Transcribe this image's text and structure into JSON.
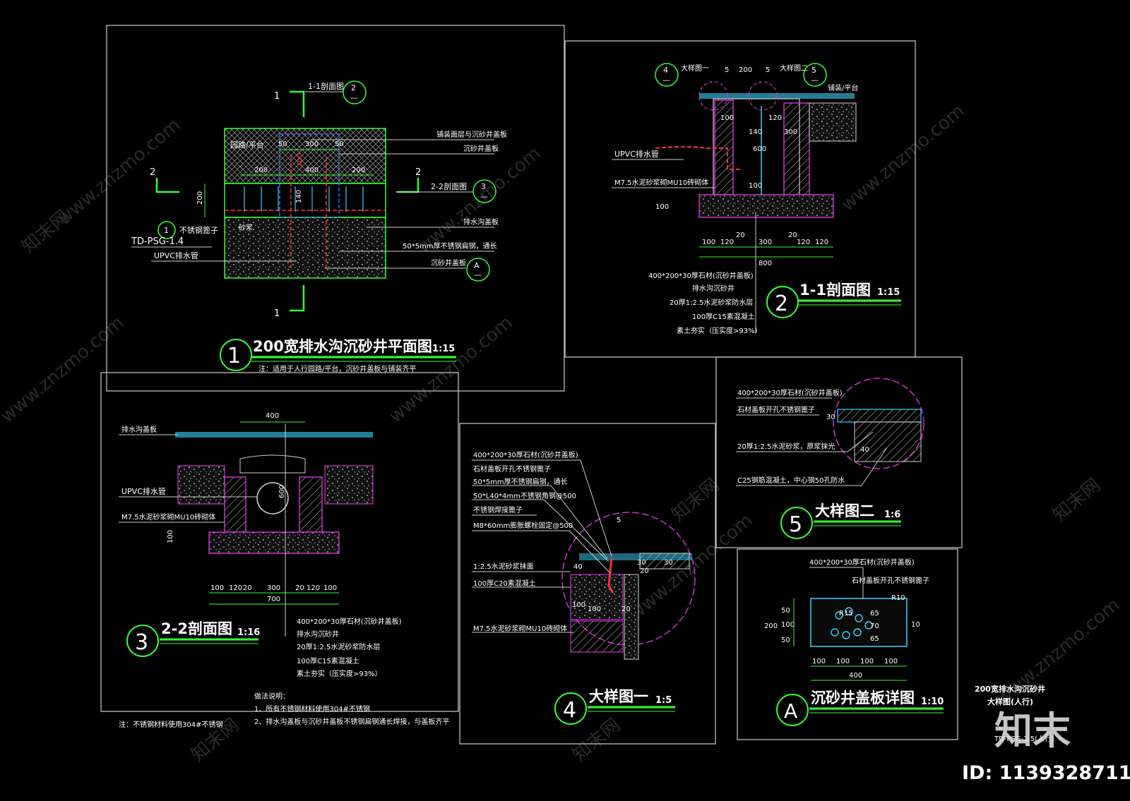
{
  "panel1": {
    "title": "200宽排水沟沉砂井平面图",
    "scale": "1:15",
    "note": "注：适用于人行园路/平台，沉砂井盖板与铺装齐平",
    "tag_plan": "TD-PSG-1.4",
    "num": "1",
    "sec1": "1",
    "sec2": "2",
    "label_11": "1-1剖面图",
    "label_22": "2-2剖面图",
    "bubble_2": "2",
    "bubble_3": "3",
    "bubble_1": "1",
    "bubble_A": "A",
    "dash": "—",
    "road": "园路/平台",
    "grate": "不锈钢篦子",
    "upvc": "UPVC排水管",
    "mortar": "砂浆",
    "right_labels": [
      "铺装面层与沉砂井盖板",
      "沉砂井盖板",
      "排水沟盖板",
      "50*5mm厚不锈钢扁钢，通长",
      "沉砂井盖板"
    ],
    "dims": [
      "50",
      "300",
      "50",
      "200",
      "400",
      "200",
      "200",
      "300",
      "140"
    ]
  },
  "panel2": {
    "title": "1-1剖面图",
    "scale": "1:15",
    "num": "2",
    "b4": "4",
    "b5": "5",
    "detail1": "大样图一",
    "detail2": "大样图二",
    "paving": "铺装/平台",
    "upvc": "UPVC排水管",
    "masonry": "M7.5水泥砂浆砌MU10砖砌体",
    "dims_top": [
      "5",
      "200",
      "5"
    ],
    "dims_v": [
      "100",
      "120",
      "140",
      "300",
      "600",
      "100",
      "100"
    ],
    "dims_bot": [
      "100",
      "120",
      "20",
      "300",
      "20",
      "120",
      "120"
    ],
    "total": "800",
    "layers": [
      "400*200*30厚石材(沉砂井盖板)",
      "排水沟沉砂井",
      "20厚1:2.5水泥砂浆防水层",
      "100厚C15素混凝土",
      "素土夯实（压实度>93%）"
    ]
  },
  "panel3": {
    "title": "2-2剖面图",
    "scale": "1:16",
    "num": "3",
    "top_dim": "400",
    "pipe_dim": "600",
    "paving": "排水沟盖板",
    "upvc": "UPVC排水管",
    "masonry": "M7.5水泥砂浆砌MU10砖砌体",
    "dim_v": "100",
    "dims_bot": [
      "100",
      "120",
      "20",
      "300",
      "20",
      "120",
      "100"
    ],
    "total": "700",
    "layers": [
      "400*200*30厚石材(沉砂井盖板)",
      "排水沟沉砂井",
      "20厚1:2.5水泥砂浆防水层",
      "100厚C15素混凝土",
      "素土夯实（压实度>93%）"
    ],
    "notes_title": "做法说明：",
    "notes": [
      "1、所有不锈钢材料使用304#不锈钢",
      "2、排水沟盖板与沉砂井盖板不锈钢扁钢通长焊接，与盖板齐平"
    ],
    "bottom_note": "注：不锈钢材料使用304#不锈钢"
  },
  "panel4": {
    "title": "大样图一",
    "scale": "1:5",
    "num": "4",
    "labels": [
      "400*200*30厚石材(沉砂井盖板)",
      "石材盖板开孔不锈钢篦子",
      "50*5mm厚不锈钢扁钢，通长",
      "50*L40*4mm不锈钢角钢@500",
      "不锈钢焊接篦子",
      "M8*60mm膨胀螺栓固定@500",
      "1:2.5水泥砂浆抹面",
      "100厚C20素混凝土",
      "M7.5水泥砂浆砌MU10砖砌体"
    ],
    "dims": [
      "5",
      "40",
      "30",
      "20",
      "30",
      "100",
      "100",
      "20"
    ]
  },
  "panel5": {
    "title": "大样图二",
    "scale": "1:6",
    "num": "5",
    "labels": [
      "400*200*30厚石材(沉砂井盖板)",
      "石材盖板开孔不锈钢篦子",
      "20厚1:2.5水泥砂浆，原浆抹光",
      "C25钢筋混凝土，中心钢50孔防水"
    ],
    "dims": [
      "30",
      "40"
    ]
  },
  "panelA": {
    "title": "沉砂井盖板详图",
    "scale": "1:10",
    "num": "A",
    "labels": [
      "400*200*30厚石材(沉砂井盖板)",
      "石材盖板开孔不锈钢篦子"
    ],
    "radii": [
      "R15",
      "R10"
    ],
    "dims_v": [
      "50",
      "100",
      "50",
      "200"
    ],
    "dims_inner": [
      "65",
      "70",
      "65"
    ],
    "dim_side": "10",
    "dims_bot": [
      "100",
      "100",
      "100",
      "100"
    ],
    "total": "400"
  },
  "titleblock": {
    "line1": "200宽排水沟沉砂井",
    "line2": "大样图(人行)",
    "code": "TD-PSG-1.5(人行)"
  },
  "brand": {
    "logo": "知末",
    "id": "ID: 1139328711",
    "watermark_cn": "知末网",
    "watermark_url": "www.znzmo.com"
  }
}
